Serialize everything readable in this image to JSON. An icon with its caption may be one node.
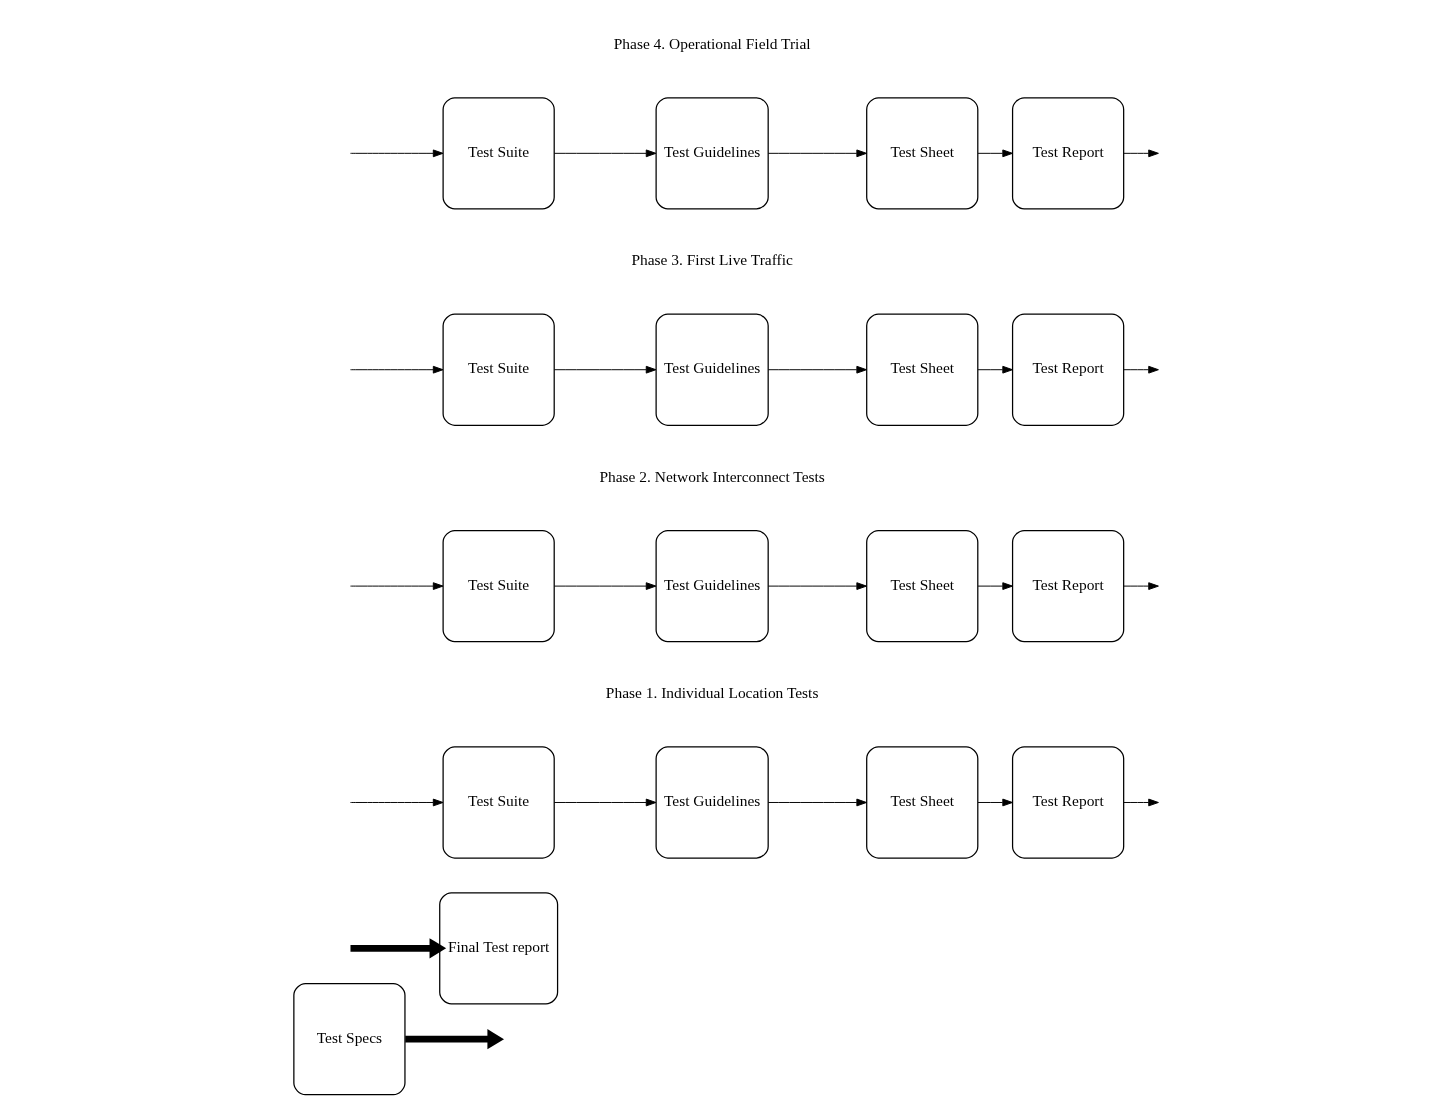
{
  "diagram": {
    "nodes": [
      {
        "text": [
          "Test Specs"
        ]
      },
      {
        "text": [
          "Test Suite"
        ]
      },
      {
        "text": [
          "Test Guidelines"
        ]
      },
      {
        "text": [
          "Test Sheet"
        ]
      },
      {
        "text": [
          "Test Report"
        ]
      },
      {
        "text": [
          "Test Suite"
        ]
      },
      {
        "text": [
          "Test Guidelines"
        ]
      },
      {
        "text": [
          "Test Sheet"
        ]
      },
      {
        "text": [
          "Test Report"
        ]
      },
      {
        "text": [
          "Test Suite"
        ]
      },
      {
        "text": [
          "Test Guidelines"
        ]
      },
      {
        "text": [
          "Test Sheet"
        ]
      },
      {
        "text": [
          "Test Report"
        ]
      },
      {
        "text": [
          "Test Suite"
        ]
      },
      {
        "text": [
          "Test Guidelines"
        ]
      },
      {
        "text": [
          "Test Sheet"
        ]
      },
      {
        "text": [
          "Test Report"
        ]
      },
      {
        "text": [
          "Final Test report"
        ]
      }
    ],
    "edges": [
      {
        "from": null,
        "to": 1,
        "arrow": "to"
      },
      {
        "from": 1,
        "to": 2,
        "arrow": "to"
      },
      {
        "from": 2,
        "to": 3,
        "arrow": "to"
      },
      {
        "from": 3,
        "to": 4,
        "arrow": "to"
      },
      {
        "from": 4,
        "to": null,
        "arrow": "to"
      },
      {
        "from": null,
        "to": 5,
        "arrow": "to"
      },
      {
        "from": 5,
        "to": 6,
        "arrow": "to"
      },
      {
        "from": 6,
        "to": 7,
        "arrow": "to"
      },
      {
        "from": 7,
        "to": 8,
        "arrow": "to"
      },
      {
        "from": 8,
        "to": null,
        "arrow": "to"
      },
      {
        "from": null,
        "to": 9,
        "arrow": "to"
      },
      {
        "from": 9,
        "to": 10,
        "arrow": "to"
      },
      {
        "from": 10,
        "to": 11,
        "arrow": "to"
      },
      {
        "from": 11,
        "to": 12,
        "arrow": "to"
      },
      {
        "from": 12,
        "to": null,
        "arrow": "to"
      },
      {
        "from": null,
        "to": 13,
        "arrow": "to"
      },
      {
        "from": 13,
        "to": 14,
        "arrow": "to"
      },
      {
        "from": 14,
        "to": 15,
        "arrow": "to"
      },
      {
        "from": 15,
        "to": 16,
        "arrow": "to"
      },
      {
        "from": 16,
        "to": null,
        "arrow": "to"
      },
      {
        "from": 0,
        "to": null,
        "arrow": "to",
        "style": "thick"
      },
      {
        "from": null,
        "to": 17,
        "arrow": "to",
        "style": "thick"
      }
    ],
    "labels": [
      "Phase 1. Individual Location Tests",
      "Phase 2. Network Interconnect Tests",
      "Phase 3. First Live Traffic",
      "Phase 4. Operational Field Trial"
    ]
  }
}
